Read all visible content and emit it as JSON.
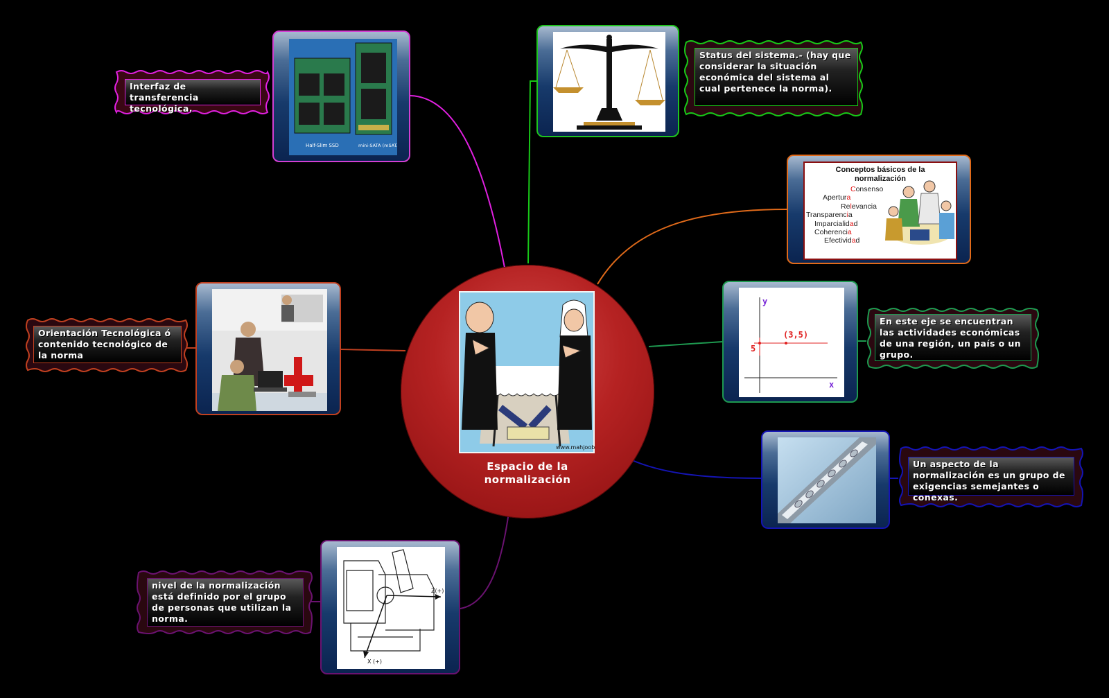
{
  "central": {
    "title": "Espacio de la normalización"
  },
  "images": {
    "ssd": {
      "left_label": "Half-Slim SSD",
      "right_label": "mini-SATA (mSATA)"
    },
    "concepts": {
      "title": "Conceptos básicos de la normalización",
      "items": [
        {
          "text": "Consenso",
          "highlight_index": 0
        },
        {
          "text": "Apertura",
          "highlight_index": 7
        },
        {
          "text": "Relevancia",
          "highlight_index": 2
        },
        {
          "text": "Transparencia",
          "highlight_index": 11
        },
        {
          "text": "Imparcialidad",
          "highlight_index": 11
        },
        {
          "text": "Coherencia",
          "highlight_index": 9
        },
        {
          "text": "Efectividad",
          "highlight_index": 9
        }
      ]
    },
    "graph": {
      "y_axis": "y",
      "x_axis": "x",
      "point_label": "(3,5)",
      "y_tick": "5"
    },
    "cartoon": {
      "credit": "www.mahjoob.com"
    },
    "lathe": {
      "z_label": "Z(+)",
      "x_label": "X (+)"
    }
  },
  "callouts": {
    "interfaz": "Interfaz de transferencia tecnológica.",
    "status": "Status del sistema.- (hay que considerar la situación económica del sistema al cual pertenece la norma).",
    "orientacion": "Orientación Tecnológica ó contenido tecnológico de la norma",
    "eje": "En este eje se encuentran las actividades económicas de una región, un país o un grupo.",
    "aspecto": "Un aspecto de la normalización es un grupo de exigencias semejantes o conexas.",
    "nivel": "nivel de la normalización está definido por el grupo de personas que utilizan la norma."
  },
  "colors": {
    "background": "#000000",
    "central": "#b52222",
    "branch_interfaz": "#e020e0",
    "branch_status": "#18c818",
    "branch_concepts": "#e06a1a",
    "branch_orientacion": "#c04020",
    "branch_eje": "#1e9a50",
    "branch_aspecto": "#1414b4",
    "branch_nivel": "#6a1270"
  }
}
